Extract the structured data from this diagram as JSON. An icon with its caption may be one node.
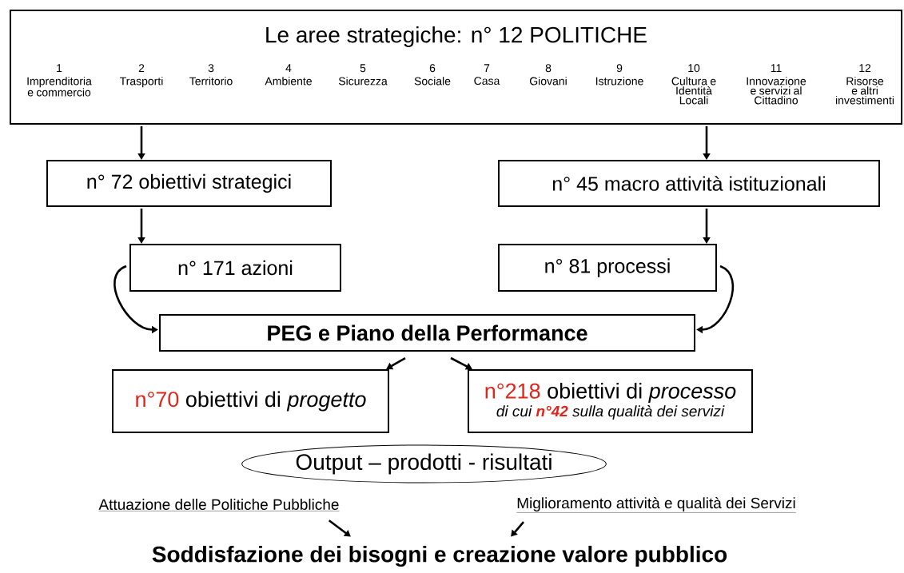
{
  "diagram": {
    "nodes": [
      {
        "text": [
          "Le aree strategiche: n° 12 POLITICHE",
          "1",
          "Imprenditoria e commercio",
          "2",
          "Trasporti",
          "3",
          "Territorio",
          "4",
          "Ambiente",
          "5",
          "Sicurezza",
          "6",
          "Sociale",
          "7",
          "Casa",
          "8",
          "Giovani",
          "9",
          "Istruzione",
          "10",
          "Cultura e Identità Locali",
          "11",
          "Innovazione e servizi al Cittadino",
          "12",
          "Risorse e altri investimenti"
        ]
      },
      {
        "text": [
          "n° 72 obiettivi strategici"
        ]
      },
      {
        "text": [
          "n° 45 macro attività istituzionali"
        ]
      },
      {
        "text": [
          "n° 171 azioni"
        ]
      },
      {
        "text": [
          "n° 81 processi"
        ]
      },
      {
        "text": [
          "PEG e Piano della Performance"
        ]
      },
      {
        "text": [
          "n°70",
          "obiettivi di *progetto*"
        ]
      },
      {
        "text": [
          "n°218",
          "obiettivi di *processo*",
          "di cui **n°42** sulla qualità dei servizi"
        ]
      },
      {
        "text": [
          "Output – prodotti - risultati"
        ]
      },
      {
        "text": [
          "Attuazione delle Politiche Pubbliche"
        ]
      },
      {
        "text": [
          "Miglioramento attività e qualità dei Servizi"
        ]
      },
      {
        "text": [
          "Soddisfazione dei bisogni e creazione valore pubblico"
        ]
      }
    ],
    "edges": [
      {
        "from": 0,
        "to": 1,
        "arrow": "to"
      },
      {
        "from": 0,
        "to": 2,
        "arrow": "to"
      },
      {
        "from": 1,
        "to": 3,
        "arrow": "to"
      },
      {
        "from": 2,
        "to": 4,
        "arrow": "to"
      },
      {
        "from": 3,
        "to": 5,
        "arrow": "to"
      },
      {
        "from": 4,
        "to": 5,
        "arrow": "to"
      },
      {
        "from": 5,
        "to": 6,
        "arrow": "to"
      },
      {
        "from": 5,
        "to": 7,
        "arrow": "to"
      },
      {
        "from": 9,
        "to": 11,
        "arrow": "to"
      },
      {
        "from": 10,
        "to": 11,
        "arrow": "to"
      }
    ]
  }
}
